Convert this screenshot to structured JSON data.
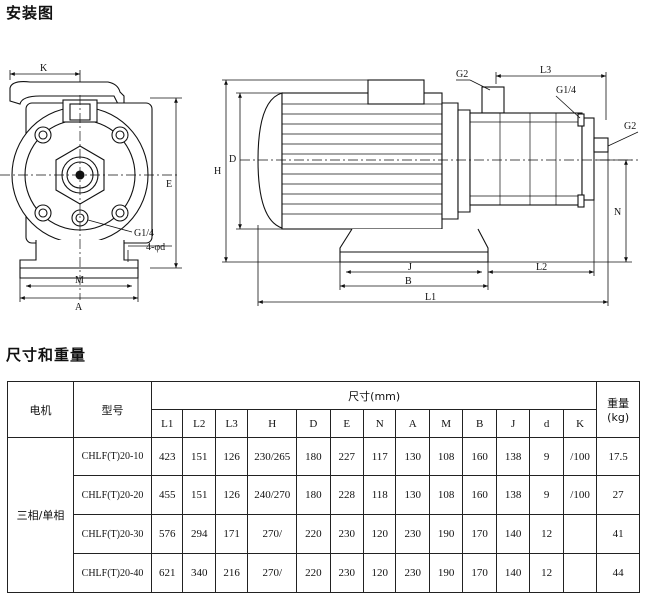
{
  "section_install": "安装图",
  "section_dims": "尺寸和重量",
  "labels": {
    "K": "K",
    "E": "E",
    "M": "M",
    "A": "A",
    "G14_left": "G1/4",
    "fourphi": "4-φd",
    "H": "H",
    "D": "D",
    "G2_top": "G2",
    "L3": "L3",
    "G14_right": "G1/4",
    "G2_right": "G2",
    "N": "N",
    "J": "J",
    "L2": "L2",
    "B": "B",
    "L1": "L1"
  },
  "table": {
    "motor_header": "电机",
    "model_header": "型号",
    "dims_header": "尺寸(mm)",
    "weight_header": "重量(kg)",
    "columns": [
      "L1",
      "L2",
      "L3",
      "H",
      "D",
      "E",
      "N",
      "A",
      "M",
      "B",
      "J",
      "d",
      "K"
    ],
    "category": "三相/单相",
    "rows": [
      {
        "model": "CHLF(T)20-10",
        "L1": "423",
        "L2": "151",
        "L3": "126",
        "H": "230/265",
        "D": "180",
        "E": "227",
        "N": "117",
        "A": "130",
        "M": "108",
        "B": "160",
        "J": "138",
        "d": "9",
        "K": "/100",
        "weight": "17.5"
      },
      {
        "model": "CHLF(T)20-20",
        "L1": "455",
        "L2": "151",
        "L3": "126",
        "H": "240/270",
        "D": "180",
        "E": "228",
        "N": "118",
        "A": "130",
        "M": "108",
        "B": "160",
        "J": "138",
        "d": "9",
        "K": "/100",
        "weight": "27"
      },
      {
        "model": "CHLF(T)20-30",
        "L1": "576",
        "L2": "294",
        "L3": "171",
        "H": "270/",
        "D": "220",
        "E": "230",
        "N": "120",
        "A": "230",
        "M": "190",
        "B": "170",
        "J": "140",
        "d": "12",
        "K": "",
        "weight": "41"
      },
      {
        "model": "CHLF(T)20-40",
        "L1": "621",
        "L2": "340",
        "L3": "216",
        "H": "270/",
        "D": "220",
        "E": "230",
        "N": "120",
        "A": "230",
        "M": "190",
        "B": "170",
        "J": "140",
        "d": "12",
        "K": "",
        "weight": "44"
      }
    ]
  }
}
